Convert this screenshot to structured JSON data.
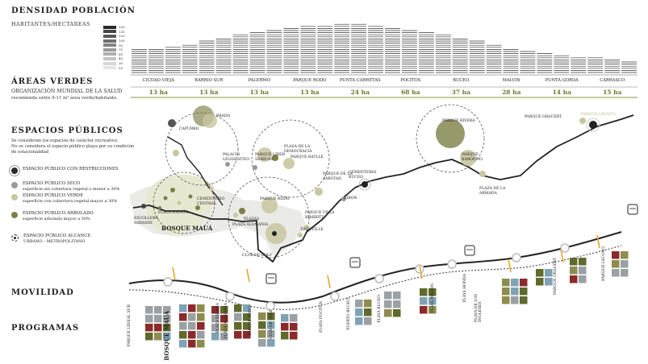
{
  "sections": {
    "density_title": "DENSIDAD POBLACIÓN",
    "density_sub": "HABITANTES/HECTÁREAS",
    "green_title": "ÁREAS VERDES",
    "green_sub1": "ORGANIZACIÓN MUNDIAL DE LA SALUD",
    "green_sub2": "recomienda entre 9-11 m² área verde/habitante.",
    "public_title": "ESPACIOS PÚBLICOS",
    "public_sub1": "Se consideran los espacios de carácter recreativo.",
    "public_sub2": "No se considera el espacio público playa por su condición",
    "public_sub3": "de estacionalidad",
    "mobility_title": "MOVILIDAD",
    "programs_title": "PROGRAMAS"
  },
  "density_legend": [
    "150",
    "135",
    "120",
    "105",
    "90",
    "75",
    "60",
    "45",
    "30",
    "15"
  ],
  "barrios": [
    {
      "name": "CIUDAD VIEJA",
      "ha": "13 ha"
    },
    {
      "name": "BARRIO SUR",
      "ha": "13 ha"
    },
    {
      "name": "PALERMO",
      "ha": "13 ha"
    },
    {
      "name": "PARQUE RODO",
      "ha": "13 ha"
    },
    {
      "name": "PUNTA CARRETAS",
      "ha": "24 ha"
    },
    {
      "name": "POCITOS",
      "ha": "68 ha"
    },
    {
      "name": "BUCEO",
      "ha": "37 ha"
    },
    {
      "name": "MALVIN",
      "ha": "28 ha"
    },
    {
      "name": "PUNTA GORDA",
      "ha": "14 ha"
    },
    {
      "name": "CARRASCO",
      "ha": "15 ha"
    }
  ],
  "density_bars": {
    "values": [
      14,
      15,
      16,
      17,
      19,
      21,
      23,
      25,
      26,
      27,
      28,
      28,
      29,
      29,
      28,
      27,
      26,
      24,
      23,
      21,
      19,
      17,
      15,
      13,
      12,
      11,
      10,
      9,
      8,
      7
    ],
    "max": 30
  },
  "legend": [
    {
      "title": "ESPACIO PÚBLICO CON RESTRICCIONES",
      "desc": "",
      "color": "#2a2a2a",
      "ring": true
    },
    {
      "title": "ESPACIO  PÚBLICO SECO",
      "desc": "superficie sin cobertura vegetal o menor a 30%",
      "color": "#9a9a9a"
    },
    {
      "title": "ESPACIO PÚBLICO VERDE",
      "desc": "superficie con cobertura vegetal mayor a 30%",
      "color": "#c9c6a0"
    },
    {
      "title": "ESPACIO PÚBLICO ARBOLADO",
      "desc": "superficie arbolada mayor a 30%",
      "color": "#7d7f45"
    },
    {
      "title": "ESPACIO PÚBLICO ALCANCE",
      "desc": "URBANO - METROPOLITANO",
      "color": "#ffffff",
      "dashed": true
    }
  ],
  "places": [
    "PRADO",
    "CAPURRO",
    "PALACIO LEGISLATIVO",
    "PLAZA DE LA DEMOCRACIA",
    "PARQUE LIBER SEREGNI",
    "PARQUE BATLLE",
    "PARQUE DE LA AMISTAD",
    "CEMENTERIO BUCEO",
    "PARQUE RIVERA",
    "PARQUE BAROFFIO",
    "PARQUE GRAUERT",
    "PARQUE LECOCQ",
    "PLAZA DE LA ARMADA",
    "KIBON",
    "PARQUE VILLA BIARRITZ",
    "TROUVILLE",
    "CLUB DE GOLF",
    "PARQUE RODO",
    "PLAZAS",
    "PLAZA ALEMANIA",
    "CEMENTERIO CENTRAL",
    "PLAZA ESPAÑA",
    "ESCOLLERA SARANDI",
    "BOSQUE MAUÁ"
  ],
  "programs": [
    "PARQUE LINEAL SUR",
    "BOSQUE MAUÁ",
    "PLAZA ESPAÑA",
    "PLAZA ALEMANIA",
    "PARQUE RODO",
    "CLUB DE GOLF",
    "PLAYA POCITOS",
    "PUERTO BUCEO",
    "PLAYA BUCEO",
    "PLAYA MALVIN",
    "PLAYA HONDA",
    "PLAYA DE LOS INGLESES",
    "PARQUE GRAUERT",
    "PARQUE LECOCQ"
  ],
  "colors": {
    "arbolado": "#7d7f45",
    "verde": "#c9c6a0",
    "seco": "#9a9a9a",
    "line": "#222222",
    "accent": "#6a7a2a",
    "prog_red": "#8b2a2a",
    "prog_green": "#5f6a2c",
    "prog_gray": "#9aa0a4",
    "prog_blue": "#7fa3b3"
  }
}
